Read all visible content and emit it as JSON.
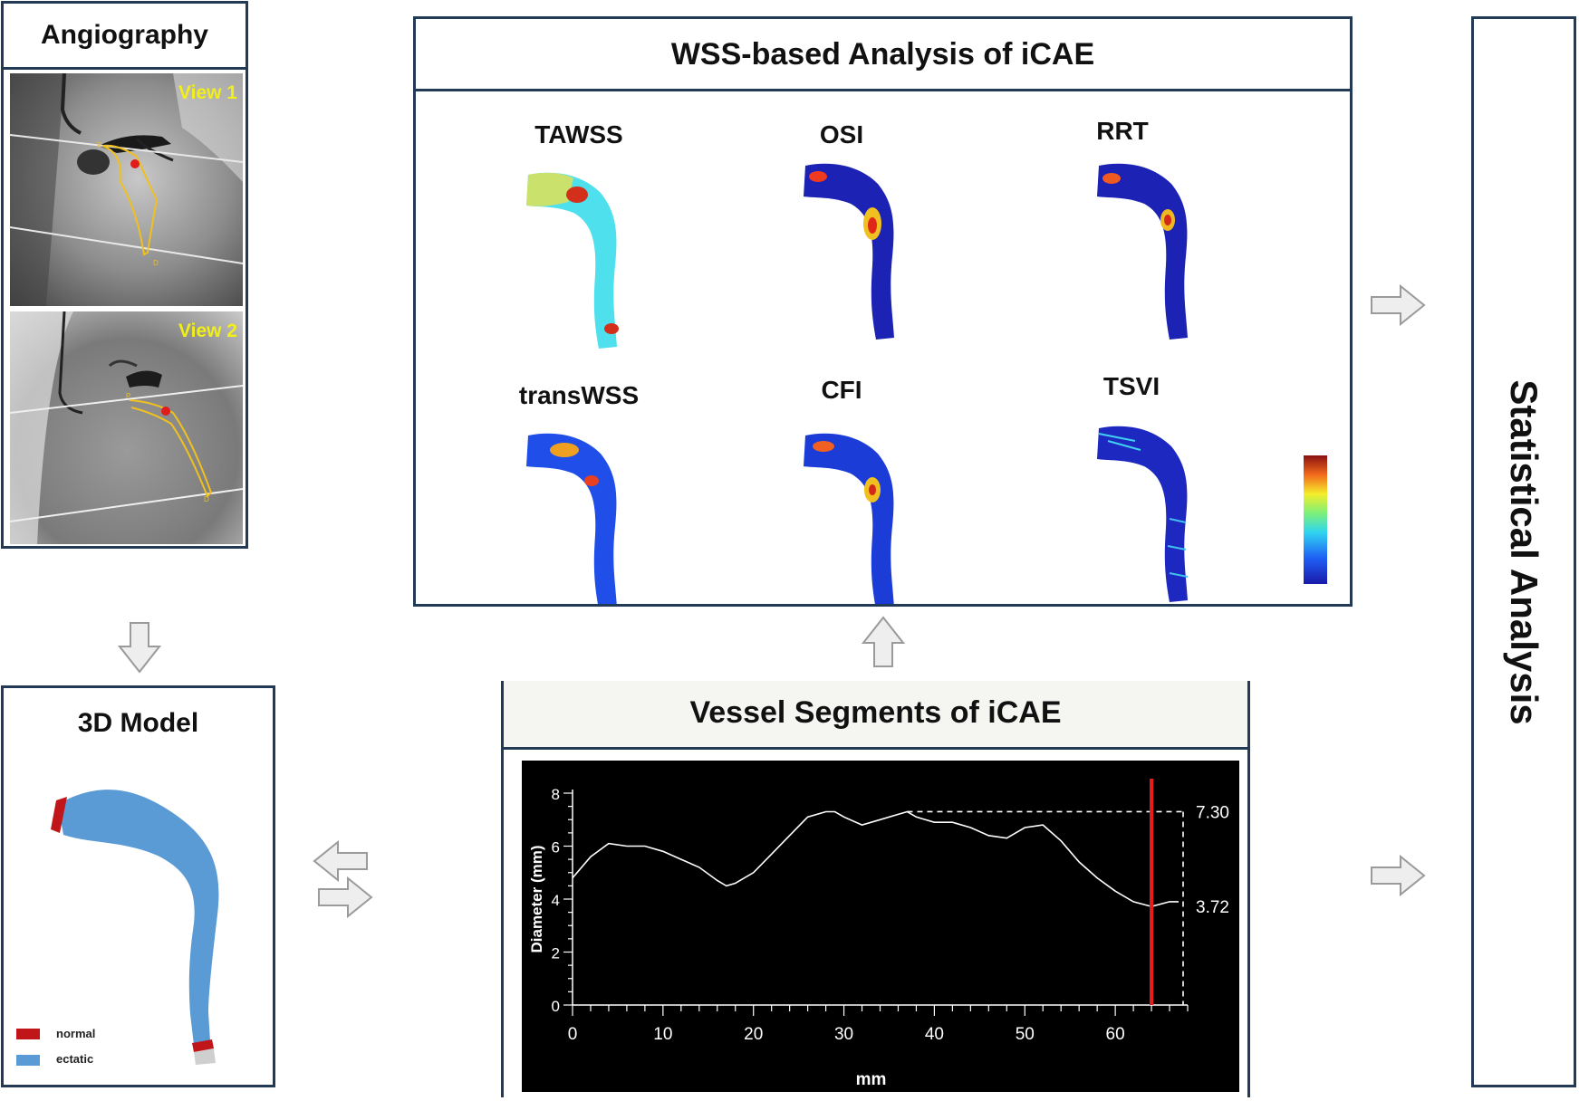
{
  "angiography": {
    "title": "Angiography",
    "view1_label": "View 1",
    "view2_label": "View 2",
    "marker_p": "P",
    "marker_d": "D"
  },
  "model3d": {
    "title": "3D Model",
    "legend": [
      {
        "label": "normal",
        "color": "#c0161a"
      },
      {
        "label": "ectatic",
        "color": "#5b9bd5"
      }
    ]
  },
  "wss": {
    "title": "WSS-based Analysis of iCAE",
    "maps": [
      {
        "label": "TAWSS"
      },
      {
        "label": "OSI"
      },
      {
        "label": "RRT"
      },
      {
        "label": "transWSS"
      },
      {
        "label": "CFI"
      },
      {
        "label": "TSVI"
      }
    ]
  },
  "segments": {
    "title": "Vessel Segments of iCAE"
  },
  "stats": {
    "title": "Statistical Analysis"
  },
  "chart_data": {
    "type": "line",
    "xlabel": "mm",
    "ylabel": "Diameter (mm)",
    "xlim": [
      0,
      68
    ],
    "ylim": [
      0,
      8
    ],
    "xticks": [
      "0",
      "10",
      "20",
      "30",
      "40",
      "50",
      "60"
    ],
    "yticks": [
      "0",
      "2",
      "4",
      "6",
      "8"
    ],
    "annotations": [
      "7.30",
      "3.72"
    ],
    "max_value": 7.3,
    "min_value": 3.72,
    "marker_x": 64,
    "series": [
      {
        "x": [
          0,
          2,
          4,
          6,
          8,
          10,
          12,
          14,
          16,
          17,
          18,
          20,
          22,
          24,
          26,
          28,
          29,
          30,
          32,
          34,
          36,
          37,
          38,
          40,
          42,
          44,
          46,
          48,
          50,
          52,
          54,
          56,
          58,
          60,
          62,
          64,
          66,
          67
        ],
        "y": [
          4.8,
          5.6,
          6.1,
          6.0,
          6.0,
          5.8,
          5.5,
          5.2,
          4.7,
          4.5,
          4.6,
          5.0,
          5.7,
          6.4,
          7.1,
          7.3,
          7.3,
          7.1,
          6.8,
          7.0,
          7.2,
          7.3,
          7.1,
          6.9,
          6.9,
          6.7,
          6.4,
          6.3,
          6.7,
          6.8,
          6.2,
          5.4,
          4.8,
          4.3,
          3.9,
          3.72,
          3.9,
          3.9
        ]
      }
    ]
  }
}
